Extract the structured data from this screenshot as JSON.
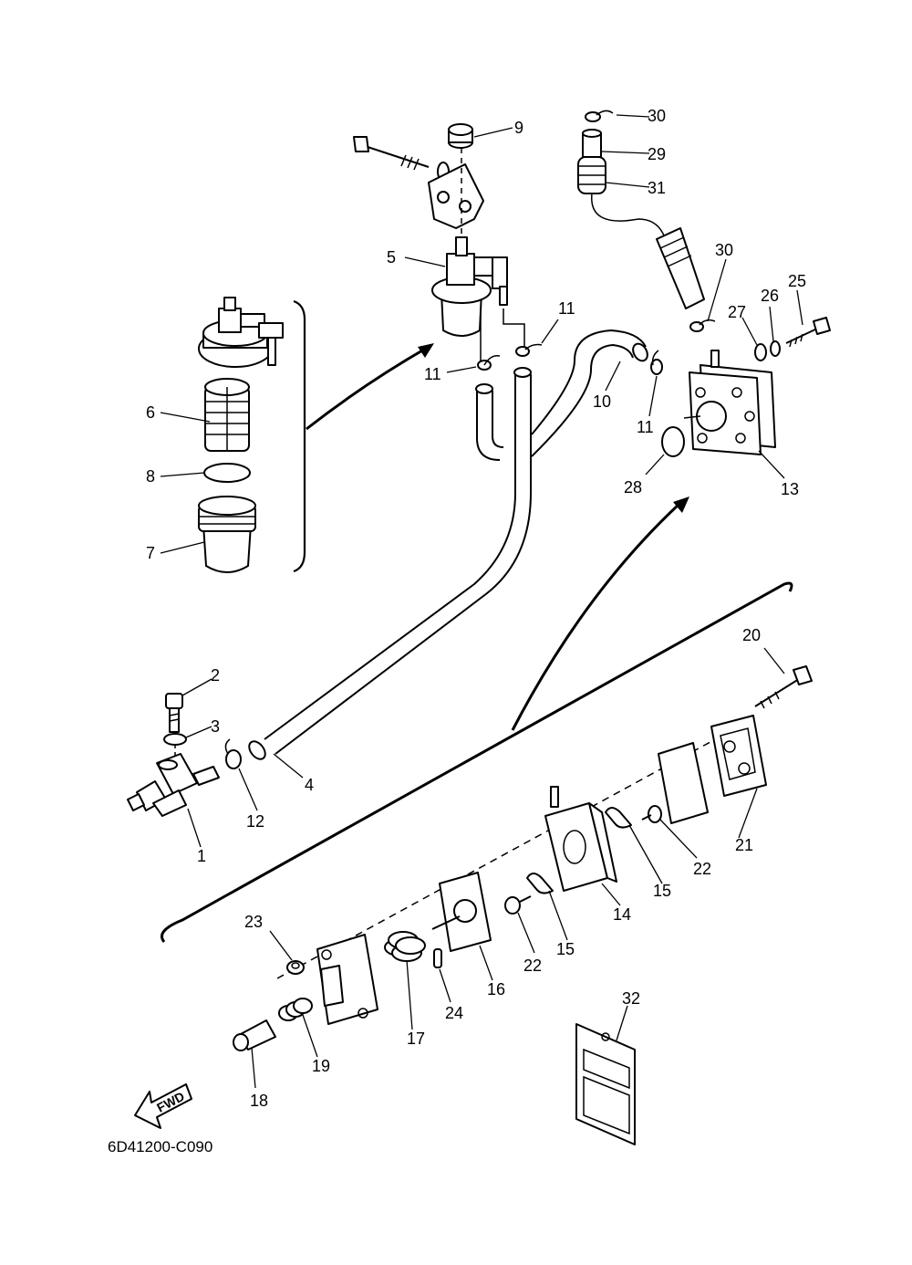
{
  "diagram": {
    "code": "6D41200-C090",
    "fwd_label": "FWD",
    "callouts": {
      "c1": "1",
      "c2": "2",
      "c3": "3",
      "c4": "4",
      "c5": "5",
      "c6": "6",
      "c7": "7",
      "c8": "8",
      "c9": "9",
      "c10": "10",
      "c11a": "11",
      "c11b": "11",
      "c11c": "11",
      "c12": "12",
      "c13": "13",
      "c14": "14",
      "c15a": "15",
      "c15b": "15",
      "c16": "16",
      "c17": "17",
      "c18": "18",
      "c19": "19",
      "c20": "20",
      "c21": "21",
      "c22a": "22",
      "c22b": "22",
      "c23": "23",
      "c24": "24",
      "c25": "25",
      "c26": "26",
      "c27": "27",
      "c28": "28",
      "c29": "29",
      "c30a": "30",
      "c30b": "30",
      "c31": "31",
      "c32": "32"
    }
  }
}
